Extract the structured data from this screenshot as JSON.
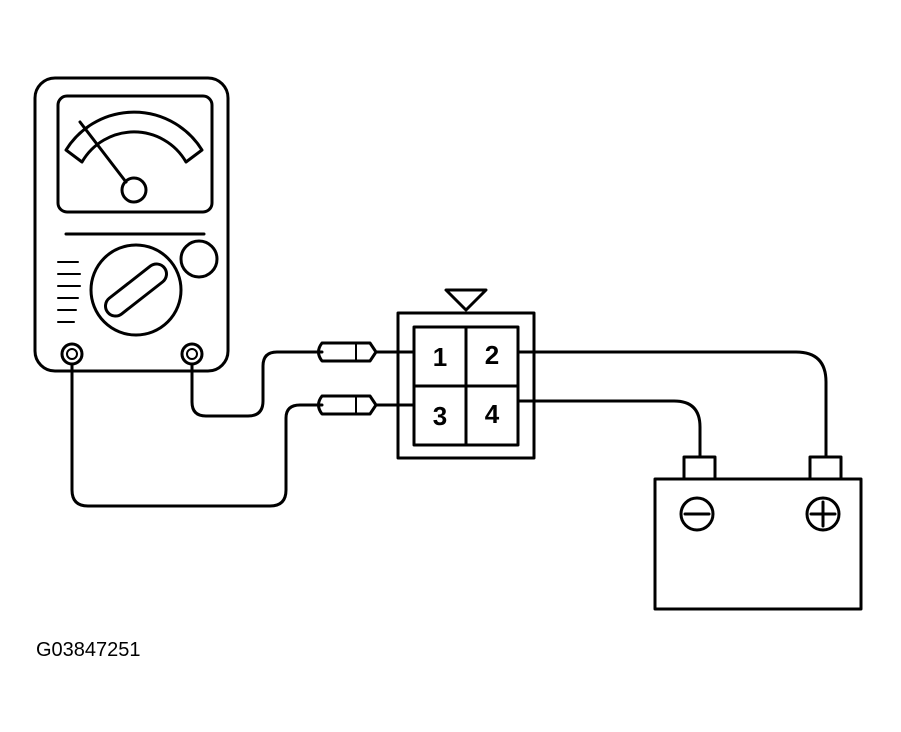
{
  "figure": {
    "code": "G03847251"
  },
  "connector": {
    "terminals": [
      "1",
      "2",
      "3",
      "4"
    ]
  },
  "battery": {
    "negative_symbol": "minus-circle-icon",
    "positive_symbol": "plus-circle-icon"
  },
  "colors": {
    "ink": "#000000",
    "background": "#ffffff"
  }
}
